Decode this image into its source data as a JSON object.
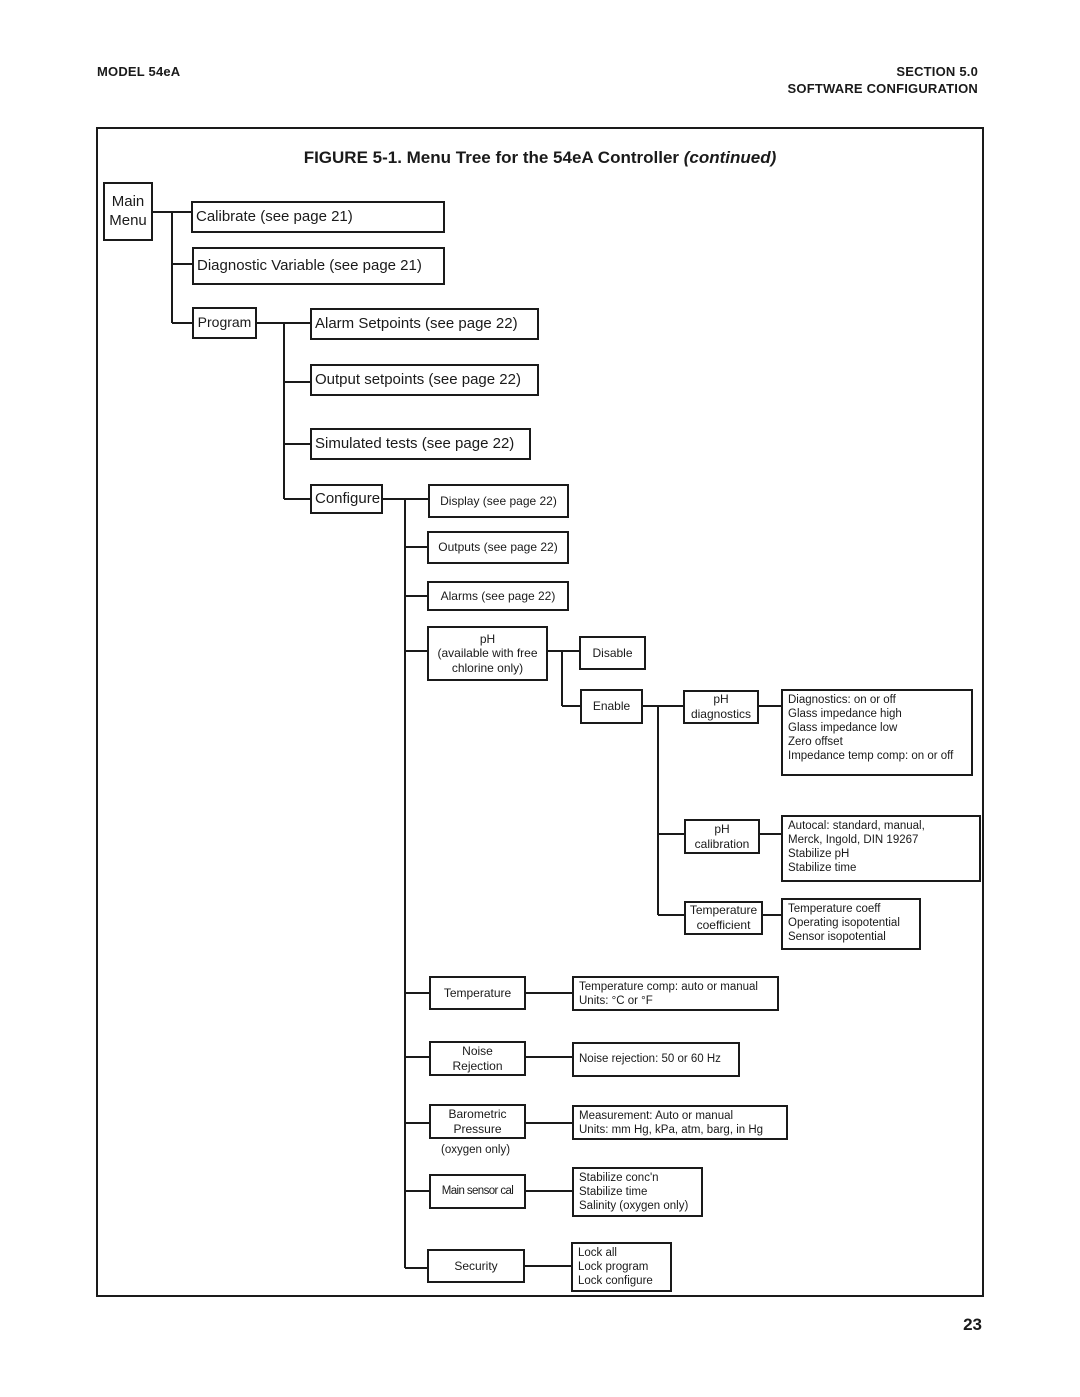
{
  "header": {
    "model": "MODEL 54eA",
    "section": "SECTION 5.0",
    "section_title": "SOFTWARE CONFIGURATION"
  },
  "figure": {
    "label": "FIGURE 5-1. Menu Tree for the 54eA Controller",
    "continued": "(continued)"
  },
  "tree": {
    "main_menu": "Main\nMenu",
    "calibrate": "Calibrate  (see page 21)",
    "diagnostic_variable": "Diagnostic Variable  (see page 21)",
    "program": "Program",
    "alarm_setpoints": "Alarm Setpoints  (see page 22)",
    "output_setpoints": "Output setpoints  (see page 22)",
    "simulated_tests": "Simulated tests  (see page 22)",
    "configure": "Configure",
    "display": "Display  (see page 22)",
    "outputs": "Outputs  (see page 22)",
    "alarms": "Alarms  (see page 22)",
    "ph": "pH\n(available with free\nchlorine only)",
    "disable": "Disable",
    "enable": "Enable",
    "ph_diagnostics": "pH\ndiagnostics",
    "ph_diagnostics_options": "Diagnostics: on or off\nGlass impedance high\nGlass impedance low\nZero offset\nImpedance temp comp: on or off",
    "ph_calibration": "pH\ncalibration",
    "ph_calibration_options": "Autocal:     standard, manual,\nMerck,      Ingold, DIN 19267\nStabilize pH\nStabilize time",
    "temperature_coefficient": "Temperature\ncoefficient",
    "temperature_coefficient_options": "Temperature coeff\nOperating isopotential\nSensor isopotential",
    "temperature": "Temperature",
    "temperature_options": "Temperature comp: auto or manual\nUnits: °C or °F",
    "noise_rejection": "Noise\nRejection",
    "noise_rejection_options": "Noise rejection: 50 or 60 Hz",
    "barometric_pressure": "Barometric\nPressure",
    "barometric_note": "(oxygen only)",
    "barometric_options": "Measurement: Auto or manual\nUnits: mm Hg, kPa, atm, barg, in Hg",
    "main_sensor_cal": "Main sensor cal",
    "main_sensor_cal_options": "Stabilize conc'n\nStabilize time\nSalinity (oxygen only)",
    "security": "Security",
    "security_options": "Lock all\nLock program\nLock configure"
  },
  "page_number": "23"
}
